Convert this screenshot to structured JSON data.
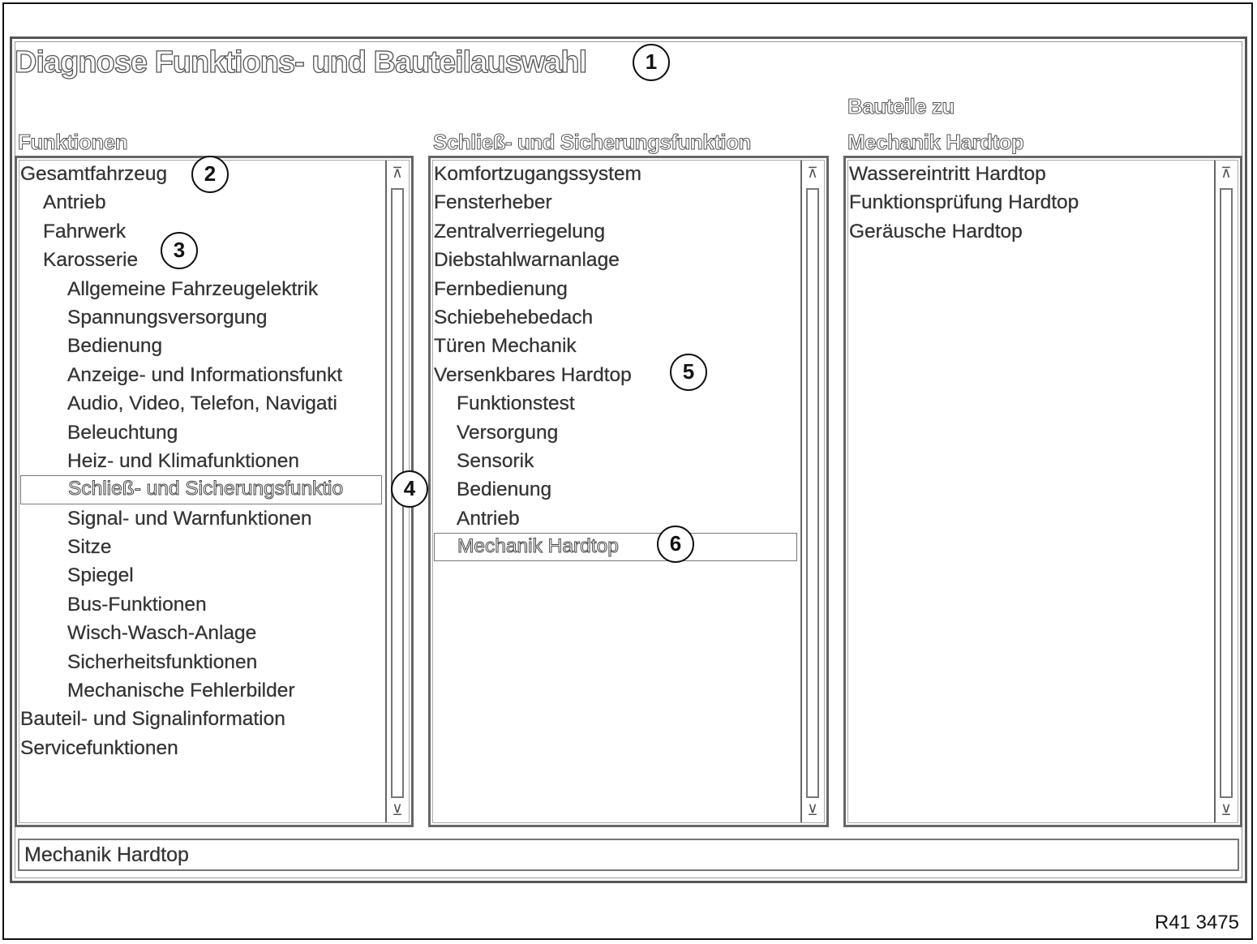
{
  "window": {
    "title": "Diagnose  Funktions- und Bauteilauswahl"
  },
  "callouts": [
    "1",
    "2",
    "3",
    "4",
    "5",
    "6"
  ],
  "columns": {
    "functions": {
      "label": "Funktionen",
      "items": [
        {
          "text": "Gesamtfahrzeug",
          "level": 0
        },
        {
          "text": "Antrieb",
          "level": 1
        },
        {
          "text": "Fahrwerk",
          "level": 1
        },
        {
          "text": "Karosserie",
          "level": 1
        },
        {
          "text": "Allgemeine Fahrzeugelektrik",
          "level": 2
        },
        {
          "text": "Spannungsversorgung",
          "level": 2
        },
        {
          "text": "Bedienung",
          "level": 2
        },
        {
          "text": "Anzeige- und Informationsfunkt",
          "level": 2
        },
        {
          "text": "Audio, Video, Telefon, Navigati",
          "level": 2
        },
        {
          "text": "Beleuchtung",
          "level": 2
        },
        {
          "text": "Heiz- und Klimafunktionen",
          "level": 2
        },
        {
          "text": "Schließ- und Sicherungsfunktio",
          "level": 2,
          "selected": true
        },
        {
          "text": "Signal- und Warnfunktionen",
          "level": 2
        },
        {
          "text": "Sitze",
          "level": 2
        },
        {
          "text": "Spiegel",
          "level": 2
        },
        {
          "text": "Bus-Funktionen",
          "level": 2
        },
        {
          "text": "Wisch-Wasch-Anlage",
          "level": 2
        },
        {
          "text": "Sicherheitsfunktionen",
          "level": 2
        },
        {
          "text": "Mechanische Fehlerbilder",
          "level": 2
        },
        {
          "text": "Bauteil- und Signalinformation",
          "level": 0
        },
        {
          "text": "Servicefunktionen",
          "level": 0
        }
      ]
    },
    "subfunctions": {
      "label": "Schließ- und Sicherungsfunktion",
      "items": [
        {
          "text": "Komfortzugangssystem",
          "level": 0
        },
        {
          "text": "Fensterheber",
          "level": 0
        },
        {
          "text": "Zentralverriegelung",
          "level": 0
        },
        {
          "text": "Diebstahlwarnanlage",
          "level": 0
        },
        {
          "text": "Fernbedienung",
          "level": 0
        },
        {
          "text": "Schiebehebedach",
          "level": 0
        },
        {
          "text": "Türen Mechanik",
          "level": 0
        },
        {
          "text": "Versenkbares Hardtop",
          "level": 0
        },
        {
          "text": "Funktionstest",
          "level": 1
        },
        {
          "text": "Versorgung",
          "level": 1
        },
        {
          "text": "Sensorik",
          "level": 1
        },
        {
          "text": "Bedienung",
          "level": 1
        },
        {
          "text": "Antrieb",
          "level": 1
        },
        {
          "text": "Mechanik Hardtop",
          "level": 1,
          "selected": true
        }
      ]
    },
    "components": {
      "label_line1": "Bauteile zu",
      "label_line2": "Mechanik Hardtop",
      "items": [
        {
          "text": "Wassereintritt Hardtop",
          "level": 0
        },
        {
          "text": "Funktionsprüfung Hardtop",
          "level": 0
        },
        {
          "text": "Geräusche Hardtop",
          "level": 0
        }
      ]
    }
  },
  "scrollbar": {
    "up_glyph": "⊼",
    "down_glyph": "⊻"
  },
  "status_bar": {
    "text": "Mechanik Hardtop"
  },
  "figure_ref": "R41 3475"
}
